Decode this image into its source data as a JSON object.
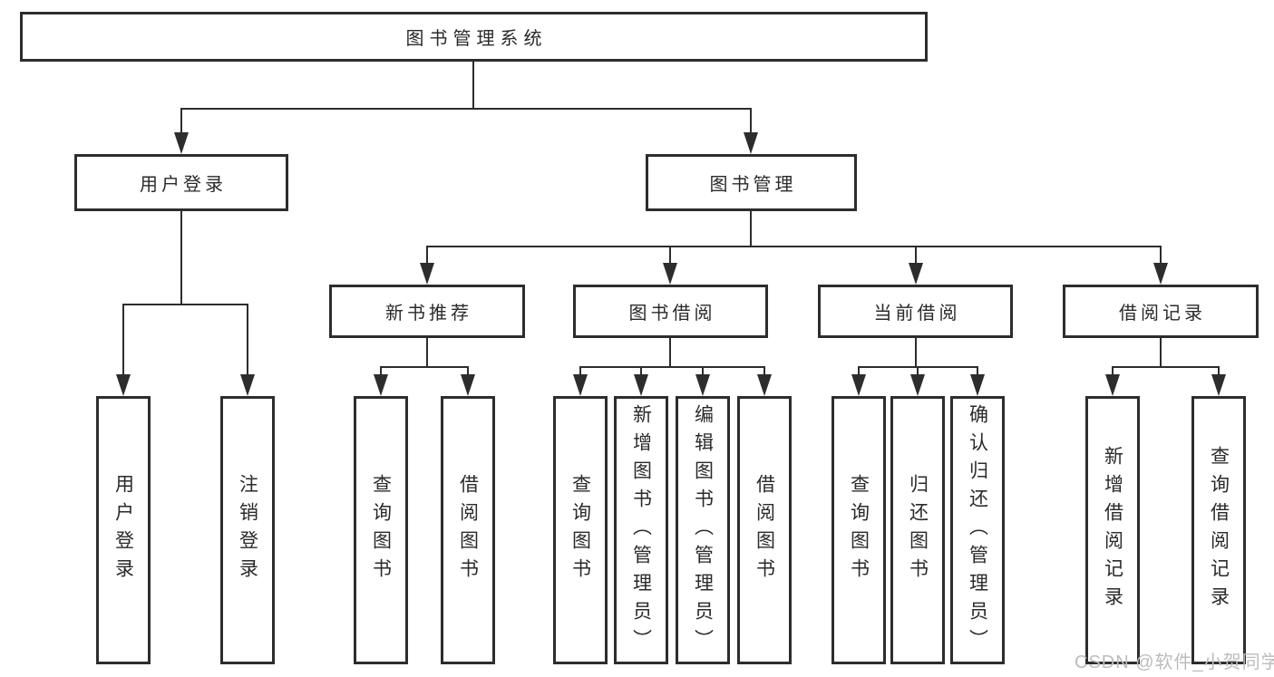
{
  "tree": {
    "root": {
      "label": "图书管理系统",
      "children": [
        {
          "label": "用户登录",
          "children": [
            {
              "label": "用户登录"
            },
            {
              "label": "注销登录"
            }
          ]
        },
        {
          "label": "图书管理",
          "children": [
            {
              "label": "新书推荐",
              "children": [
                {
                  "label": "查询图书"
                },
                {
                  "label": "借阅图书"
                }
              ]
            },
            {
              "label": "图书借阅",
              "children": [
                {
                  "label": "查询图书"
                },
                {
                  "label": "新增图书（管理员）"
                },
                {
                  "label": "编辑图书（管理员）"
                },
                {
                  "label": "借阅图书"
                }
              ]
            },
            {
              "label": "当前借阅",
              "children": [
                {
                  "label": "查询图书"
                },
                {
                  "label": "归还图书"
                },
                {
                  "label": "确认归还（管理员）"
                }
              ]
            },
            {
              "label": "借阅记录",
              "children": [
                {
                  "label": "新增借阅记录"
                },
                {
                  "label": "查询借阅记录"
                }
              ]
            }
          ]
        }
      ]
    }
  },
  "watermark": {
    "text": "CSDN @软件_小贺同学"
  },
  "colors": {
    "line": "#2d2d2d",
    "text": "#2a2a2a",
    "watermark_text": "#bcbcbc",
    "background": "#ffffff"
  }
}
